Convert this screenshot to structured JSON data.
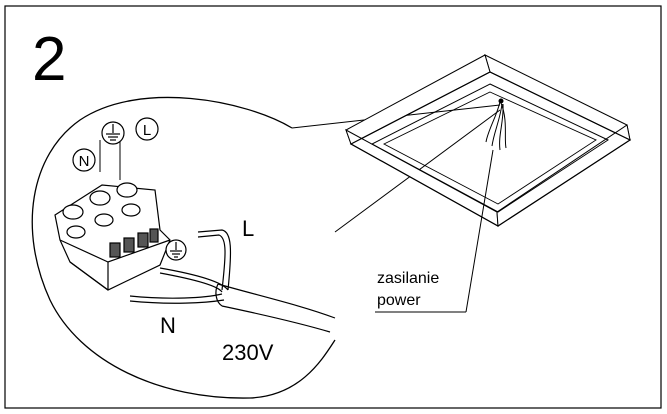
{
  "step": {
    "number": "2"
  },
  "terminals": {
    "n": "N",
    "l": "L"
  },
  "wires": {
    "l": "L",
    "n": "N",
    "voltage": "230V"
  },
  "callout": {
    "line1": "zasilanie",
    "line2": "power"
  },
  "colors": {
    "ink": "#000000",
    "paper": "#ffffff",
    "shade": "#555555"
  },
  "icons": [
    "ground-symbol-icon"
  ]
}
